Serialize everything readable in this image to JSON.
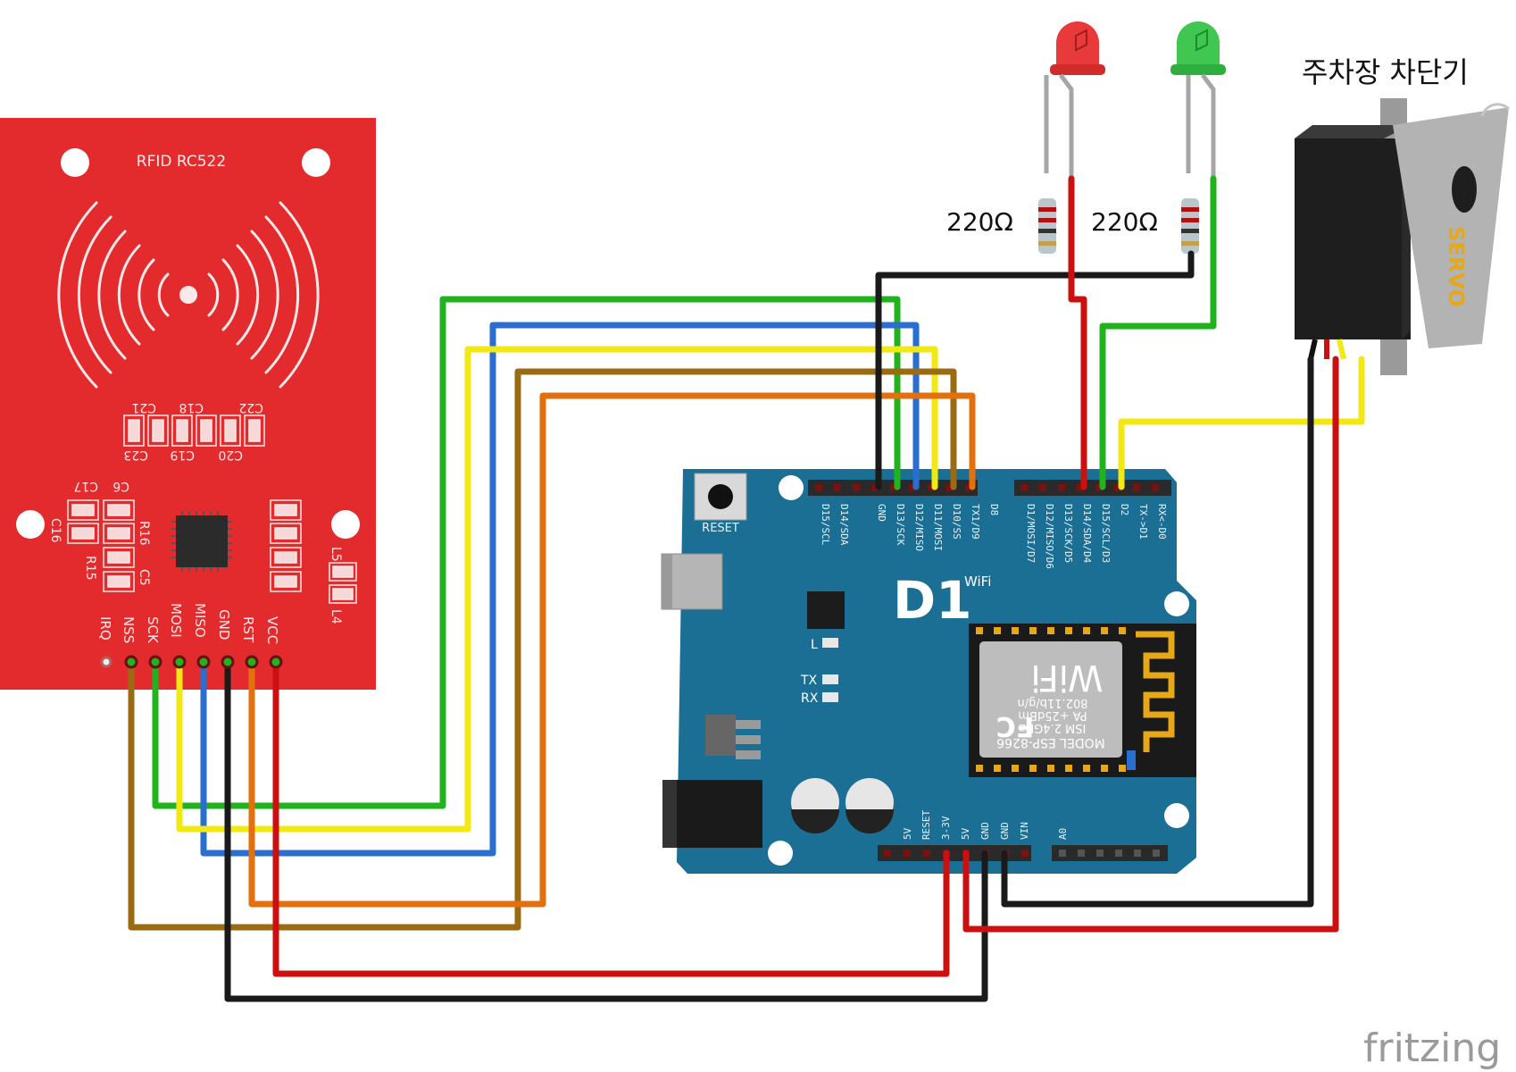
{
  "app": {
    "watermark": "fritzing"
  },
  "rfid": {
    "title": "RFID RC522",
    "pins": [
      "IRQ",
      "NSS",
      "SCK",
      "MOSI",
      "MISO",
      "GND",
      "RST",
      "VCC"
    ],
    "components": [
      "C21",
      "C18",
      "C22",
      "C23",
      "C19",
      "C20",
      "C17",
      "C6",
      "C16",
      "R16",
      "R15",
      "C5",
      "L5",
      "L4"
    ]
  },
  "board": {
    "logo": "D1",
    "logo_sub": "WiFi",
    "reset_label": "RESET",
    "led_labels": {
      "l": "L",
      "tx": "TX",
      "rx": "RX"
    },
    "top_left_pins": [
      "D15/SCL",
      "D14/SDA",
      "",
      "GND",
      "D13/SCK",
      "D12/MISO",
      "D11/MOSI",
      "D10/SS",
      "TX1/D9",
      "D8"
    ],
    "top_right_pins": [
      "D1/MOSI/D7",
      "D12/MISO/D6",
      "D13/SCK/D5",
      "D14/SDA/D4",
      "D15/SCL/D3",
      "D2",
      "TX->D1",
      "RX<-D0"
    ],
    "bottom_pins": [
      "5V",
      "RESET",
      "3-3V",
      "5V",
      "GND",
      "GND",
      "VIN"
    ],
    "bottom_right_pins": [
      "A0"
    ],
    "module": {
      "model_line": "MODEL  ESP-8266",
      "ism_line": "ISM 2.4GHz",
      "pa_line": "PA +25dBm",
      "std_line": "802.11b/g/n",
      "fcc": "FC",
      "wifi": "WiFi"
    }
  },
  "leds": [
    {
      "color": "red",
      "resistor": "220Ω"
    },
    {
      "color": "green",
      "resistor": "220Ω"
    }
  ],
  "servo": {
    "caption": "주차장 차단기",
    "label": "SERVO"
  },
  "colors": {
    "board": "#1b6f95",
    "rfid": "#e32b2e",
    "wire_green": "#20b31e",
    "wire_blue": "#2a6fd0",
    "wire_yellow": "#f2e813",
    "wire_brown": "#9a6b13",
    "wire_orange": "#e3700e",
    "wire_black": "#1a1a1a",
    "wire_red": "#cc1010"
  }
}
